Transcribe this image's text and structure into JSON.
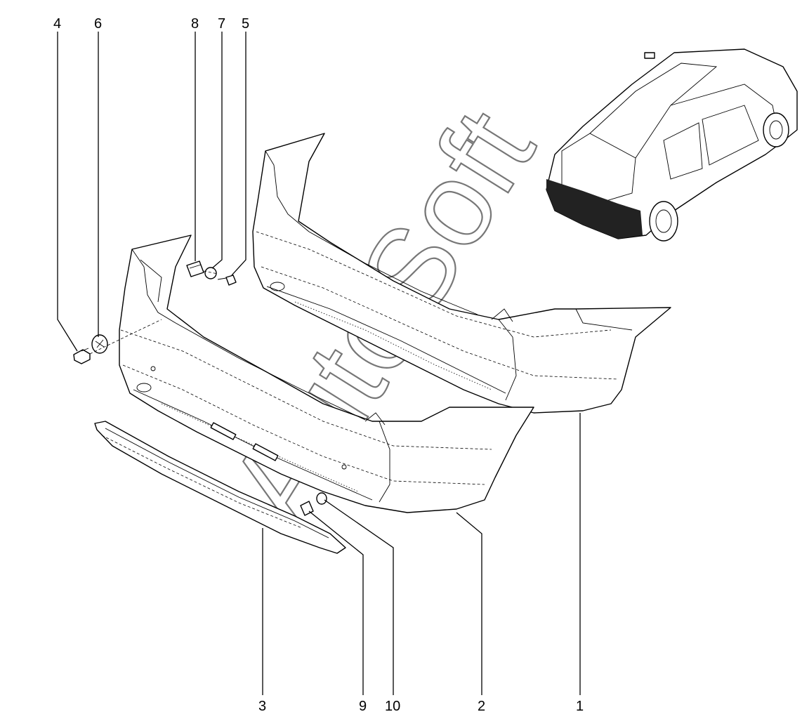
{
  "callouts": {
    "c1": "1",
    "c2": "2",
    "c3": "3",
    "c4": "4",
    "c5": "5",
    "c6": "6",
    "c7": "7",
    "c8": "8",
    "c9": "9",
    "c10": "10"
  },
  "watermark": "AutoSoft",
  "icons": {
    "car": "car-rear-three-quarter-icon",
    "bumper_assembly": "rear-bumper-assembly",
    "bumper_cover": "rear-bumper-cover",
    "trim_strip": "lower-trim-strip"
  }
}
